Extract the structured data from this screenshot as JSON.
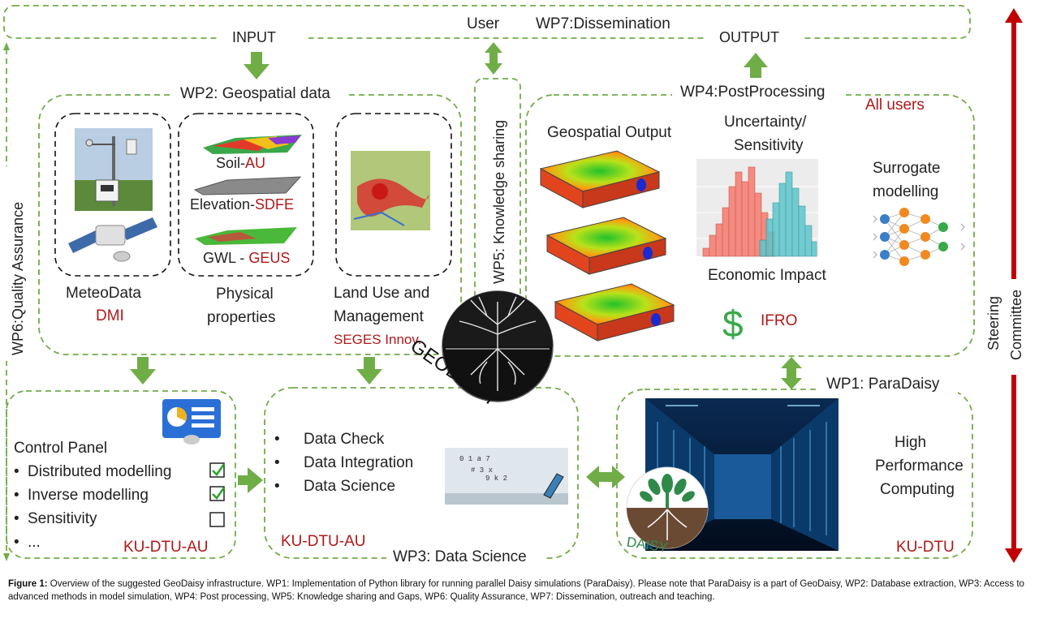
{
  "top": {
    "user": "User",
    "dissemination": "WP7:Dissemination",
    "input": "INPUT",
    "output": "OUTPUT"
  },
  "left_vertical": "WP6:Quality Assurance",
  "right_vertical": {
    "line1": "Steering",
    "line2": "Committee"
  },
  "wp5": "WP5: Knowledge sharing",
  "wp2": {
    "title": "WP2: Geospatial data",
    "meteo": {
      "label": "MeteoData",
      "org": "DMI"
    },
    "physical": {
      "soil": "Soil-",
      "soil_org": "AU",
      "elevation": "Elevation-",
      "elevation_org": "SDFE",
      "gwl": "GWL - ",
      "gwl_org": "GEUS",
      "line1": "Physical",
      "line2": "properties"
    },
    "landuse": {
      "line1": "Land Use and",
      "line2": "Management",
      "org": "SEGES Innov."
    }
  },
  "wp4": {
    "title": "WP4:PostProcessing",
    "all_users": "All users",
    "geospatial_output": "Geospatial Output",
    "uncertainty": "Uncertainty/",
    "sensitivity": "Sensitivity",
    "surrogate1": "Surrogate",
    "surrogate2": "modelling",
    "economic": "Economic Impact",
    "dollar": "$",
    "ifro": "IFRO"
  },
  "logo": "GEODAISY",
  "control": {
    "title": "Control Panel",
    "items": [
      "Distributed modelling",
      "Inverse modelling",
      "Sensitivity",
      "..."
    ],
    "org": "KU-DTU-AU"
  },
  "wp3": {
    "items": [
      "Data Check",
      "Data Integration",
      "Data Science"
    ],
    "org": "KU-DTU-AU",
    "title": "WP3: Data Science"
  },
  "wp1": {
    "title": "WP1: ParaDaisy",
    "hpc1": "High",
    "hpc2": "Performance",
    "hpc3": "Computing",
    "daisy": "DAISY",
    "org": "KU-DTU"
  },
  "caption": {
    "label": "Figure 1:",
    "text": " Overview of the suggested GeoDaisy infrastructure. WP1: Implementation of Python library for running parallel Daisy simulations (ParaDaisy). Please note that ParaDaisy is a part of GeoDaisy, WP2: Database extraction, WP3: Access to advanced methods in model simulation, WP4: Post processing, WP5: Knowledge sharing and Gaps, WP6: Quality Assurance, WP7: Dissemination, outreach and teaching."
  },
  "colors": {
    "green_dash": "#70ad47",
    "arrow_green": "#70ad47",
    "red_org": "#b01818",
    "steering_red": "#c00000"
  }
}
